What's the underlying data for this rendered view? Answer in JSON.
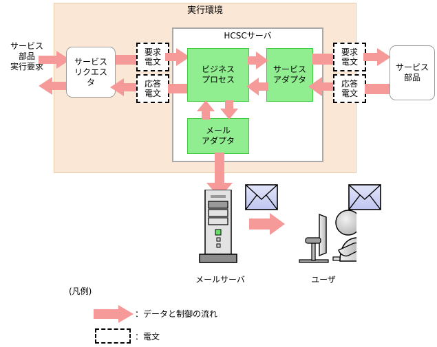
{
  "diagram": {
    "title": "実行環境",
    "colors": {
      "panel_background": "#FAE7D6",
      "panel_border": "#E8C9A8",
      "server_border": "#A8A8A8",
      "component_fill": "#90EE90",
      "component_border": "#3ACC3A",
      "arrow": "#F59999",
      "envelope_fill": "#CED3F2",
      "node_border": "#9C9C9C"
    },
    "exec_environment": {
      "label": "実行環境",
      "server": {
        "label": "HCSCサーバ",
        "components": [
          {
            "id": "business-process",
            "label_lines": [
              "ビジネス",
              "プロセス"
            ]
          },
          {
            "id": "service-adapter",
            "label_lines": [
              "サービス",
              "アダプタ"
            ]
          },
          {
            "id": "mail-adapter",
            "label_lines": [
              "メール",
              "アダプタ"
            ]
          }
        ]
      },
      "service-requester": {
        "label_lines": [
          "サービス",
          "リクエス",
          "タ"
        ]
      },
      "messages": [
        {
          "id": "left-request",
          "label_lines": [
            "要求",
            "電文"
          ]
        },
        {
          "id": "left-response",
          "label_lines": [
            "応答",
            "電文"
          ]
        },
        {
          "id": "right-request",
          "label_lines": [
            "要求",
            "電文"
          ]
        },
        {
          "id": "right-response",
          "label_lines": [
            "応答",
            "電文"
          ]
        }
      ]
    },
    "external": {
      "request_source": {
        "label_lines": [
          "サービス",
          "部品",
          "実行要求"
        ]
      },
      "service_component": {
        "label_lines": [
          "サービス",
          "部品"
        ]
      },
      "mail_server": {
        "label": "メールサーバ"
      },
      "user": {
        "label": "ユーザ"
      }
    },
    "legend": {
      "title": "(凡例)",
      "items": [
        {
          "symbol": "arrow",
          "separator": "：",
          "label": "データと制御の流れ"
        },
        {
          "symbol": "dashed",
          "separator": "：",
          "label": "電文"
        }
      ],
      "arrow_row_text": "：データと制御の流れ",
      "dashed_row_text": "：電文"
    }
  }
}
